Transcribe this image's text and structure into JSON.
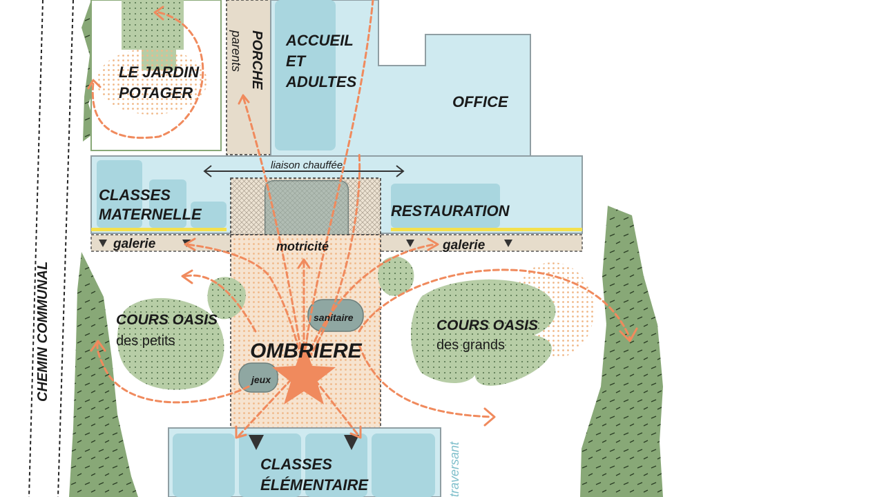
{
  "colors": {
    "building": "#cfeaf0",
    "building_inner": "#a9d6df",
    "porch": "#e6dccb",
    "green_dark": "#88a877",
    "green_light": "#b7cda6",
    "sand": "#f3c9a0",
    "orange": "#f08a5d",
    "yellow": "#f4e04d",
    "outline": "#8f9ea3"
  },
  "labels": {
    "jardin_1": "LE JARDIN",
    "jardin_2": "POTAGER",
    "porche": "PORCHE",
    "parents": "parents",
    "accueil_1": "ACCUEIL",
    "accueil_2": "ET",
    "accueil_3": "ADULTES",
    "office": "OFFICE",
    "liaison": "liaison chauffée",
    "classes_mat_1": "CLASSES",
    "classes_mat_2": "MATERNELLE",
    "restauration": "RESTAURATION",
    "galerie_left": "galerie",
    "galerie_right": "galerie",
    "motricite": "motricité",
    "sanitaire": "sanitaire",
    "jeux": "jeux",
    "ombriere": "OMBRIERE",
    "oasis_petits_1": "COURS OASIS",
    "oasis_petits_2": "des petits",
    "oasis_grands_1": "COURS OASIS",
    "oasis_grands_2": "des grands",
    "classes_elem_1": "CLASSES",
    "classes_elem_2": "ÉLÉMENTAIRE",
    "chemin": "CHEMIN COMMUNAL",
    "traversant": "traversant"
  }
}
